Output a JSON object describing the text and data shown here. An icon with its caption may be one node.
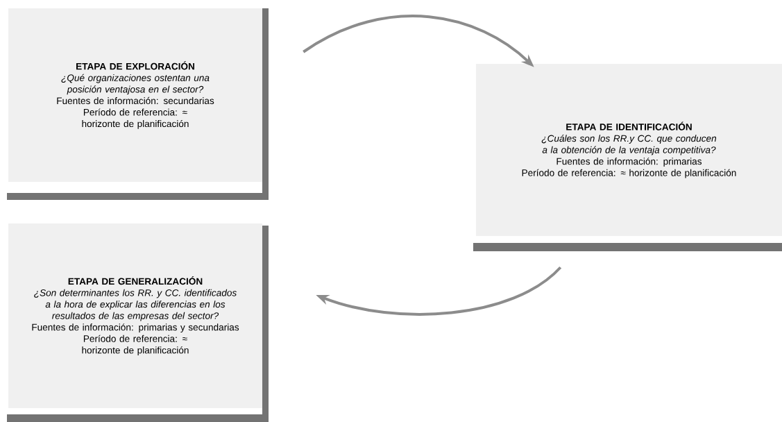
{
  "diagram": {
    "nodes": [
      {
        "text": [
          "ETAPA DE EXPLORACIÓN",
          "¿Qué organizaciones ostentan una posición ventajosa en el sector?",
          "Fuentes de información: secundarias",
          "Período de referencia: ≈ horizonte de planificación"
        ]
      },
      {
        "text": [
          "ETAPA DE IDENTIFICACIÓN",
          "¿Cuáles son los RR.y CC. que conducen a la obtención de la ventaja competitiva?",
          "Fuentes de información: primarias",
          "Período de referencia: ≈ horizonte de planificación"
        ]
      },
      {
        "text": [
          "ETAPA DE GENERALIZACIÓN",
          "¿Son determinantes los RR. y CC. identificados a la hora de explicar las diferencias en los resultados de las empresas del sector?",
          "Fuentes de información: primarias y secundarias",
          "Período de referencia: ≈ horizonte de planificación"
        ]
      }
    ],
    "edges": [
      {
        "from": 0,
        "to": 1,
        "arrow": "to"
      },
      {
        "from": 1,
        "to": 2,
        "arrow": "to"
      }
    ]
  }
}
